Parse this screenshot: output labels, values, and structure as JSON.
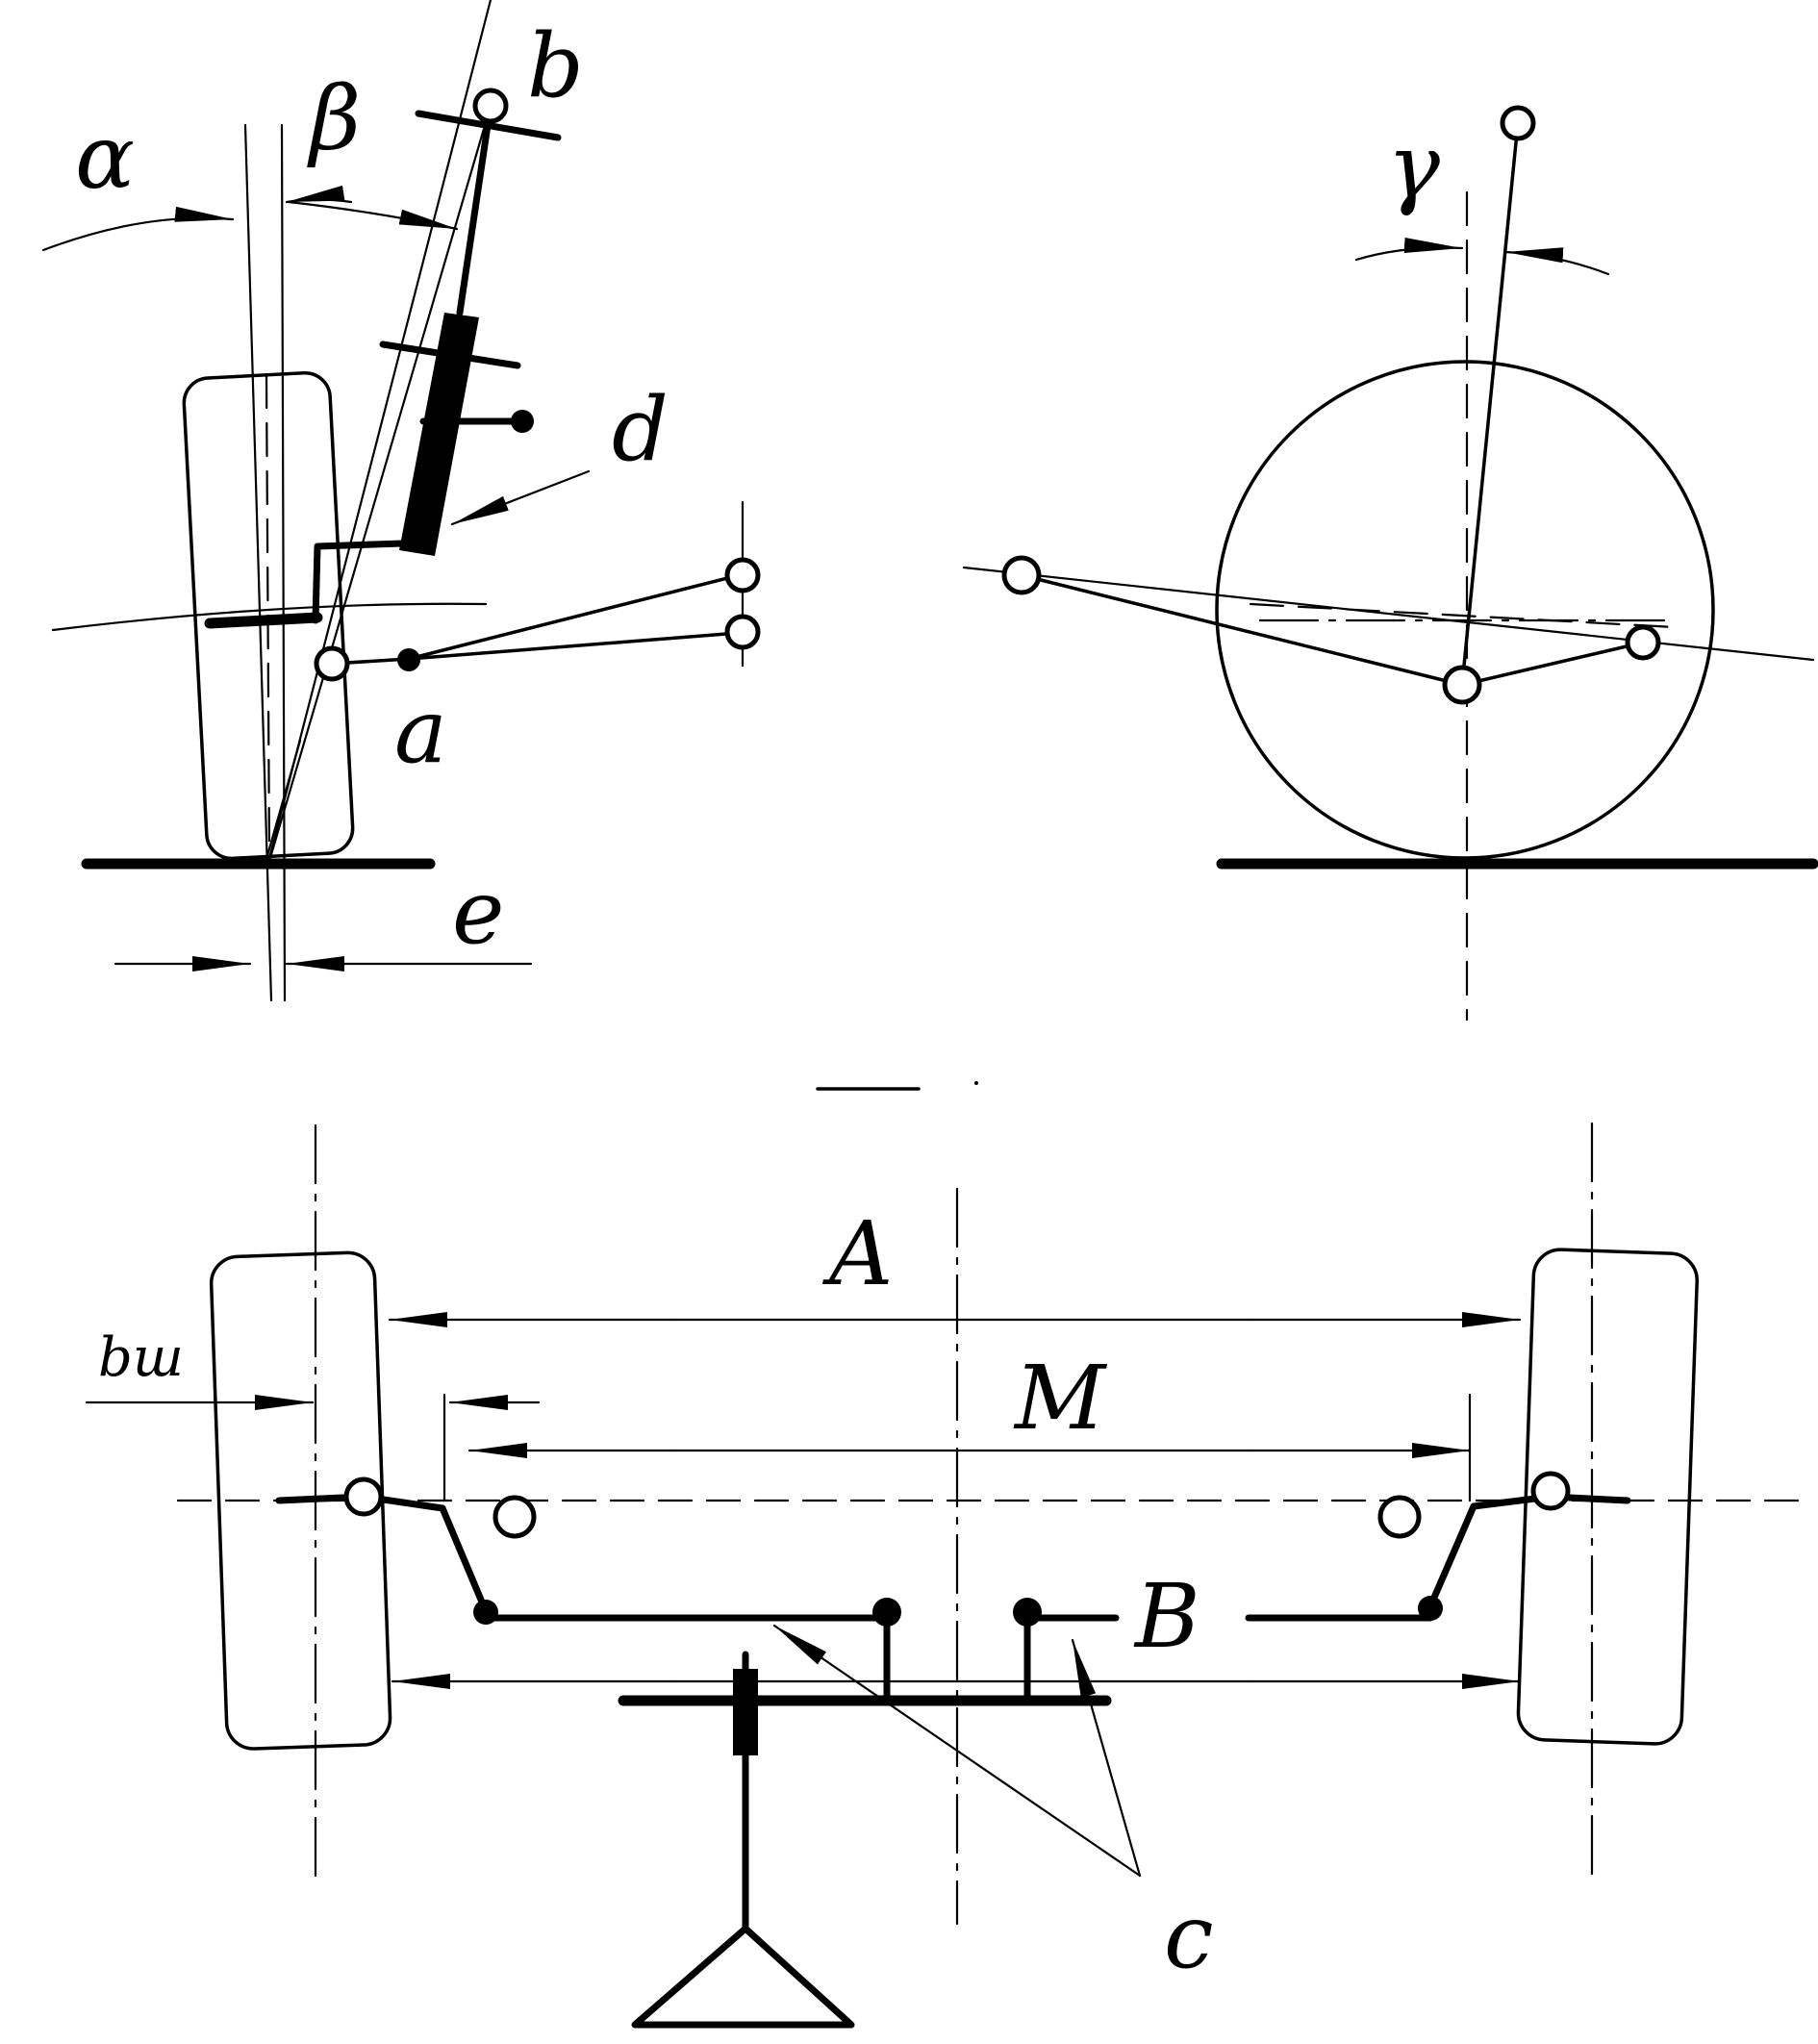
{
  "labels": {
    "alpha": "α",
    "beta": "β",
    "b": "b",
    "d": "d",
    "a": "a",
    "e": "e",
    "gamma": "γ",
    "A": "A",
    "M": "M",
    "b_sh": "bш",
    "B": "B",
    "c": "c"
  },
  "colors": {
    "ink": "#000000",
    "paper": "#ffffff"
  }
}
